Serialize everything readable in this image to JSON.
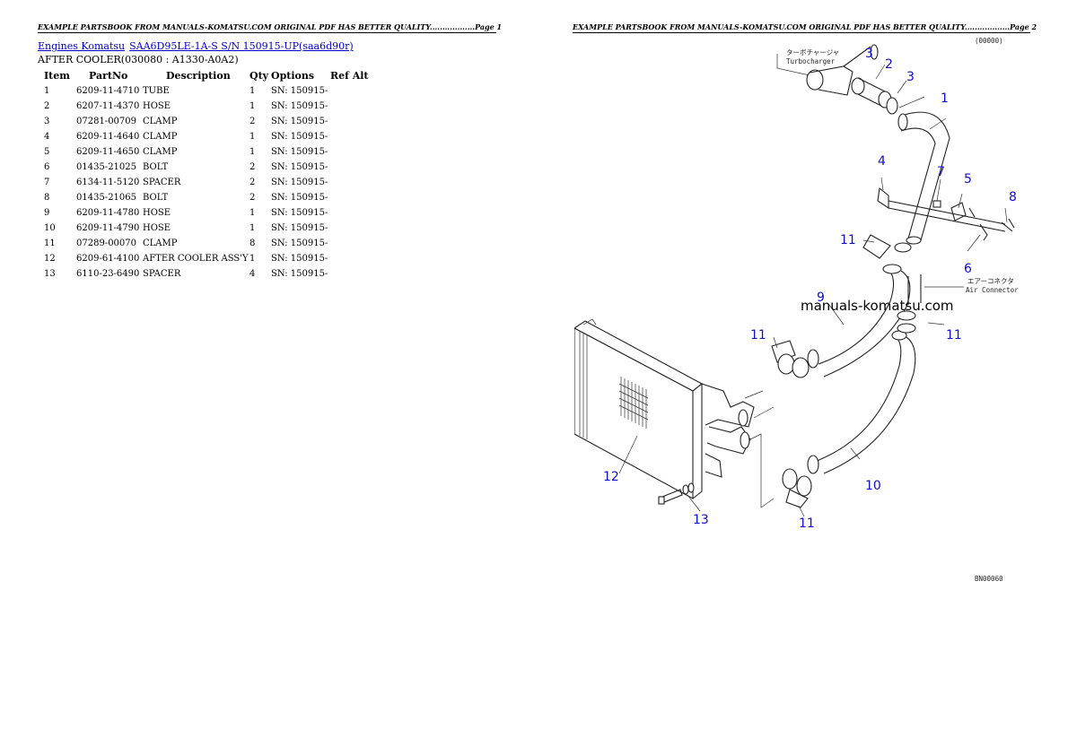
{
  "headers": {
    "page1": "EXAMPLE PARTSBOOK FROM MANUALS-KOMATSU.COM ORIGINAL PDF HAS BETTER QUALITY..................Page 1",
    "page2": "EXAMPLE PARTSBOOK FROM MANUALS-KOMATSU.COM ORIGINAL PDF HAS BETTER QUALITY..................Page 2"
  },
  "breadcrumb": {
    "link1": "Engines Komatsu",
    "link2": "SAA6D95LE-1A-S S/N 150915-UP(saa6d90r)"
  },
  "section_title": "AFTER COOLER(030080 : A1330-A0A2)",
  "table": {
    "headers": [
      "Item",
      "PartNo",
      "Description",
      "Qty",
      "Options",
      "Ref Alt"
    ],
    "rows": [
      {
        "item": "1",
        "part": "6209-11-4710",
        "desc": "TUBE",
        "qty": "1",
        "opt": "SN: 150915-",
        "ref": ""
      },
      {
        "item": "2",
        "part": "6207-11-4370",
        "desc": "HOSE",
        "qty": "1",
        "opt": "SN: 150915-",
        "ref": ""
      },
      {
        "item": "3",
        "part": "07281-00709",
        "desc": "CLAMP",
        "qty": "2",
        "opt": "SN: 150915-",
        "ref": ""
      },
      {
        "item": "4",
        "part": "6209-11-4640",
        "desc": "CLAMP",
        "qty": "1",
        "opt": "SN: 150915-",
        "ref": ""
      },
      {
        "item": "5",
        "part": "6209-11-4650",
        "desc": "CLAMP",
        "qty": "1",
        "opt": "SN: 150915-",
        "ref": ""
      },
      {
        "item": "6",
        "part": "01435-21025",
        "desc": "BOLT",
        "qty": "2",
        "opt": "SN: 150915-",
        "ref": ""
      },
      {
        "item": "7",
        "part": "6134-11-5120",
        "desc": "SPACER",
        "qty": "2",
        "opt": "SN: 150915-",
        "ref": ""
      },
      {
        "item": "8",
        "part": "01435-21065",
        "desc": "BOLT",
        "qty": "2",
        "opt": "SN: 150915-",
        "ref": ""
      },
      {
        "item": "9",
        "part": "6209-11-4780",
        "desc": "HOSE",
        "qty": "1",
        "opt": "SN: 150915-",
        "ref": ""
      },
      {
        "item": "10",
        "part": "6209-11-4790",
        "desc": "HOSE",
        "qty": "1",
        "opt": "SN: 150915-",
        "ref": ""
      },
      {
        "item": "11",
        "part": "07289-00070",
        "desc": "CLAMP",
        "qty": "8",
        "opt": "SN: 150915-",
        "ref": ""
      },
      {
        "item": "12",
        "part": "6209-61-4100",
        "desc": "AFTER COOLER ASS'Y",
        "qty": "1",
        "opt": "SN: 150915-",
        "ref": ""
      },
      {
        "item": "13",
        "part": "6110-23-6490",
        "desc": "SPACER",
        "qty": "4",
        "opt": "SN: 150915-",
        "ref": ""
      }
    ]
  },
  "diagram": {
    "watermark": "manuals-komatsu.com",
    "turbo_jp": "ターボチャージャ",
    "turbo_en": "Turbocharger",
    "air_jp": "エアーコネクタ",
    "air_en": "Air Connector",
    "code_top": "(00000)",
    "code_bottom": "BN00060",
    "labels": {
      "l1": "1",
      "l2": "2",
      "l3a": "3",
      "l3b": "3",
      "l4": "4",
      "l5": "5",
      "l6": "6",
      "l7": "7",
      "l8": "8",
      "l9": "9",
      "l10": "10",
      "l11a": "11",
      "l11b": "11",
      "l11c": "11",
      "l11d": "11",
      "l12": "12",
      "l13": "13"
    },
    "label_color": "#1010cc"
  }
}
